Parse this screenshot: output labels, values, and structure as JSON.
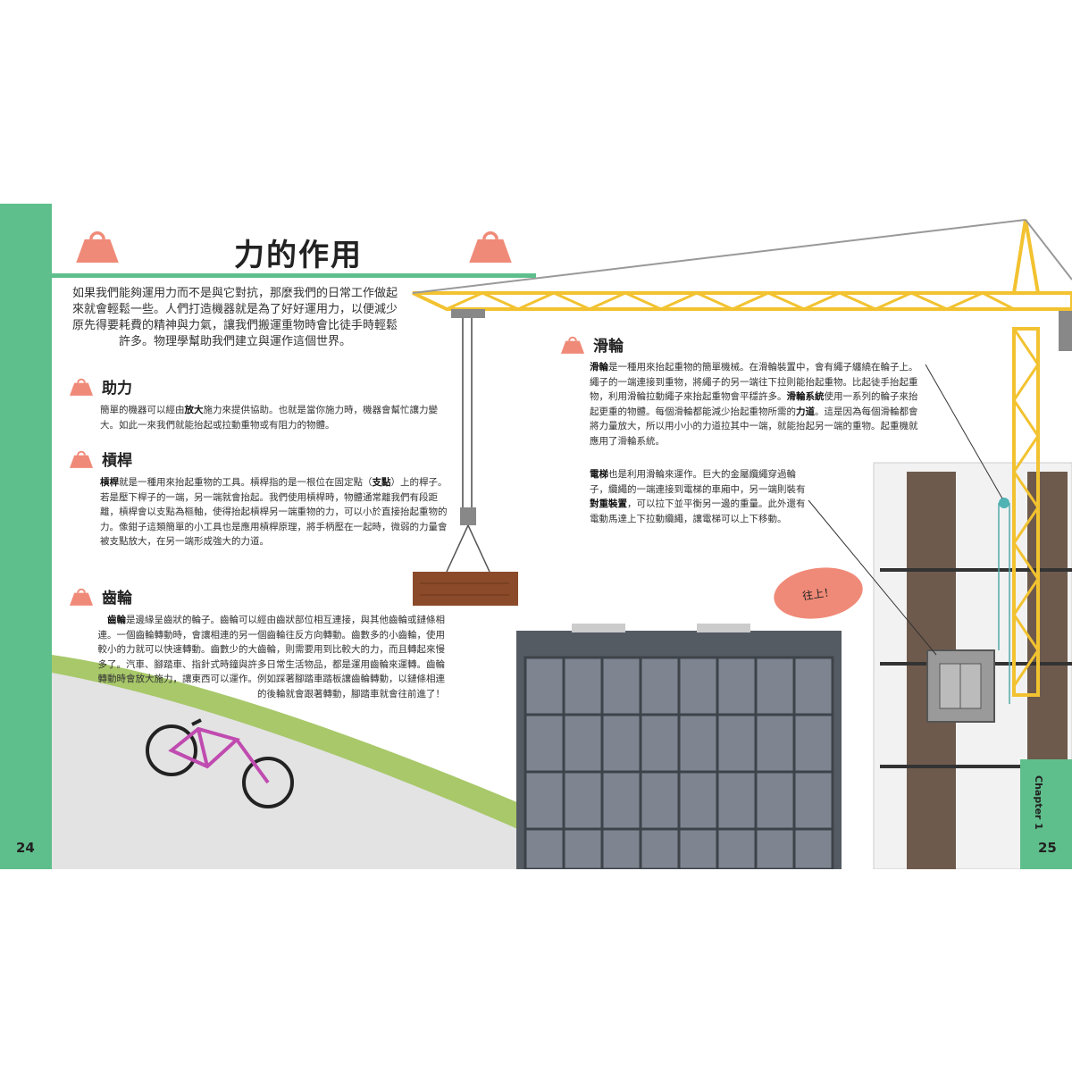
{
  "title": "力的作用",
  "intro": "如果我們能夠運用力而不是與它對抗，那麼我們的日常工作做起來就會輕鬆一些。人們打造機器就是為了好好運用力，以便減少原先得要耗費的精神與力氣，讓我們搬運重物時會比徒手時輕鬆許多。物理學幫助我們建立與運作這個世界。",
  "sections": [
    {
      "heading": "助力",
      "body": [
        "簡單的機器可以經由",
        "放大",
        "施力來提供協助。也就是當你施力時，機器會幫忙讓力變大。如此一來我們就能抬起或拉動重物或有阻力的物體。"
      ]
    },
    {
      "heading": "槓桿",
      "body": [
        "槓桿",
        "就是一種用來抬起重物的工具。槓桿指的是一根位在固定點（",
        "支點",
        "）上的桿子。若是壓下桿子的一端，另一端就會抬起。我們使用槓桿時，物體通常離我們有段距離，槓桿會以支點為樞軸，使得抬起槓桿另一端重物的力，可以小於直接抬起重物的力。像鉗子這類簡單的小工具也是應用槓桿原理，將手柄壓在一起時，微弱的力量會被支點放大，在另一端形成強大的力道。"
      ]
    },
    {
      "heading": "齒輪",
      "body": [
        "齒輪",
        "是邊緣呈齒狀的輪子。齒輪可以經由齒狀部位相互連接，與其他齒輪或鏈條相連。一個齒輪轉動時，會讓相連的另一個齒輪往反方向轉動。齒數多的小齒輪，使用較小的力就可以快速轉動。齒數少的大齒輪，則需要用到比較大的力，而且轉起來慢多了。汽車、腳踏車、指針式時鐘與許多日常生活物品，都是運用齒輪來運轉。齒輪轉動時會放大施力，讓東西可以運作。例如踩著腳踏車踏板讓齒輪轉動，以鏈條相連的後輪就會跟著轉動，腳踏車就會往前進了！"
      ]
    },
    {
      "heading": "滑輪",
      "body": [
        "滑輪",
        "是一種用來抬起重物的簡單機械。在滑輪裝置中，會有繩子纏繞在輪子上。繩子的一端連接到重物，將繩子的另一端往下拉則能抬起重物。比起徒手抬起重物，利用滑輪拉動繩子來抬起重物會平穩許多。",
        "滑輪系統",
        "使用一系列的輪子來抬起更重的物體。每個滑輪都能減少抬起重物所需的",
        "力道",
        "。這是因為每個滑輪都會將力量放大，所以用小小的力道拉其中一端，就能抬起另一端的重物。起重機就應用了滑輪系統。"
      ]
    }
  ],
  "elevator": [
    "電梯",
    "也是利用滑輪來運作。巨大的金屬纜繩穿過輪子，纜繩的一端連接到電梯的車廂中，另一端則裝有",
    "對重裝置",
    "，可以拉下並平衡另一邊的重量。此外還有電動馬達上下拉動纜繩，讓電梯可以上下移動。"
  ],
  "speech_bubble": "往上！",
  "page_left": "24",
  "page_right": "25",
  "chapter": "Chapter 1",
  "colors": {
    "green": "#5fbf8c",
    "coral": "#f08a78",
    "crane_yellow": "#f2c230"
  }
}
